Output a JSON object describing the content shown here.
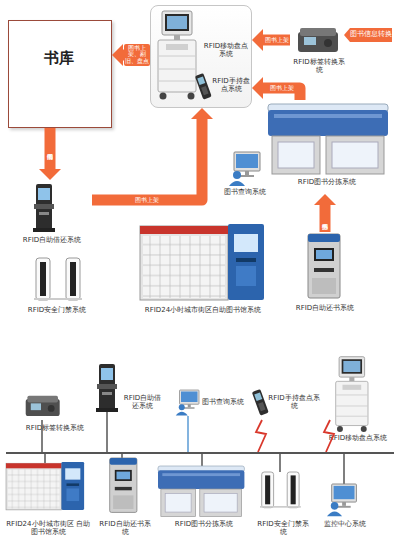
{
  "diagram": {
    "nodes": [
      {
        "text": [
          "书库"
        ]
      },
      {
        "text": [
          "RFID移动盘点系统"
        ]
      },
      {
        "text": [
          "RFID手持盘点系统"
        ],
        "in": 1
      },
      {
        "text": [
          "RFID标签转换系统"
        ]
      },
      {
        "text": [
          "RFID自助借还系统"
        ]
      },
      {
        "text": [
          "图书查询系统"
        ]
      },
      {
        "text": [
          "RFID图书分拣系统"
        ]
      },
      {
        "text": [
          "RFID24小时城市街区自助图书馆系统"
        ]
      },
      {
        "text": [
          "RFID自助还书系统"
        ]
      },
      {
        "text": [
          "RFID安全门禁系统"
        ]
      },
      {
        "text": [
          "RFID标签转换系统"
        ]
      },
      {
        "text": [
          "RFID自助借还系统"
        ]
      },
      {
        "text": [
          "图书查询系统"
        ]
      },
      {
        "text": [
          "RFID手持盘点系统"
        ]
      },
      {
        "text": [
          "RFID移动盘点系统"
        ]
      },
      {
        "text": [
          "RFID24小时城市街区 自助图书馆系统"
        ]
      },
      {
        "text": [
          "RFID自助还书系统"
        ]
      },
      {
        "text": [
          "RFID图书分拣系统"
        ]
      },
      {
        "text": [
          "RFID安全门禁系统"
        ]
      },
      {
        "text": [
          "监控中心系统"
        ]
      }
    ],
    "edges": [
      {
        "from": 0,
        "to": 4,
        "label": "图书借阅",
        "arrow": "to"
      },
      {
        "from": 4,
        "to": 1,
        "label": "图书上架",
        "arrow": "to"
      },
      {
        "from": 1,
        "to": 0,
        "label": "图书上架、剔旧、盘点",
        "arrow": "to"
      },
      {
        "from": 3,
        "to": 1,
        "label": "图书上架",
        "arrow": "to"
      },
      {
        "from": 6,
        "to": 1,
        "label": "图书上架",
        "arrow": "to"
      },
      {
        "from": 8,
        "to": 6,
        "label": "图书分拣",
        "arrow": "to"
      }
    ],
    "labels": [
      "图书信息转换"
    ]
  }
}
